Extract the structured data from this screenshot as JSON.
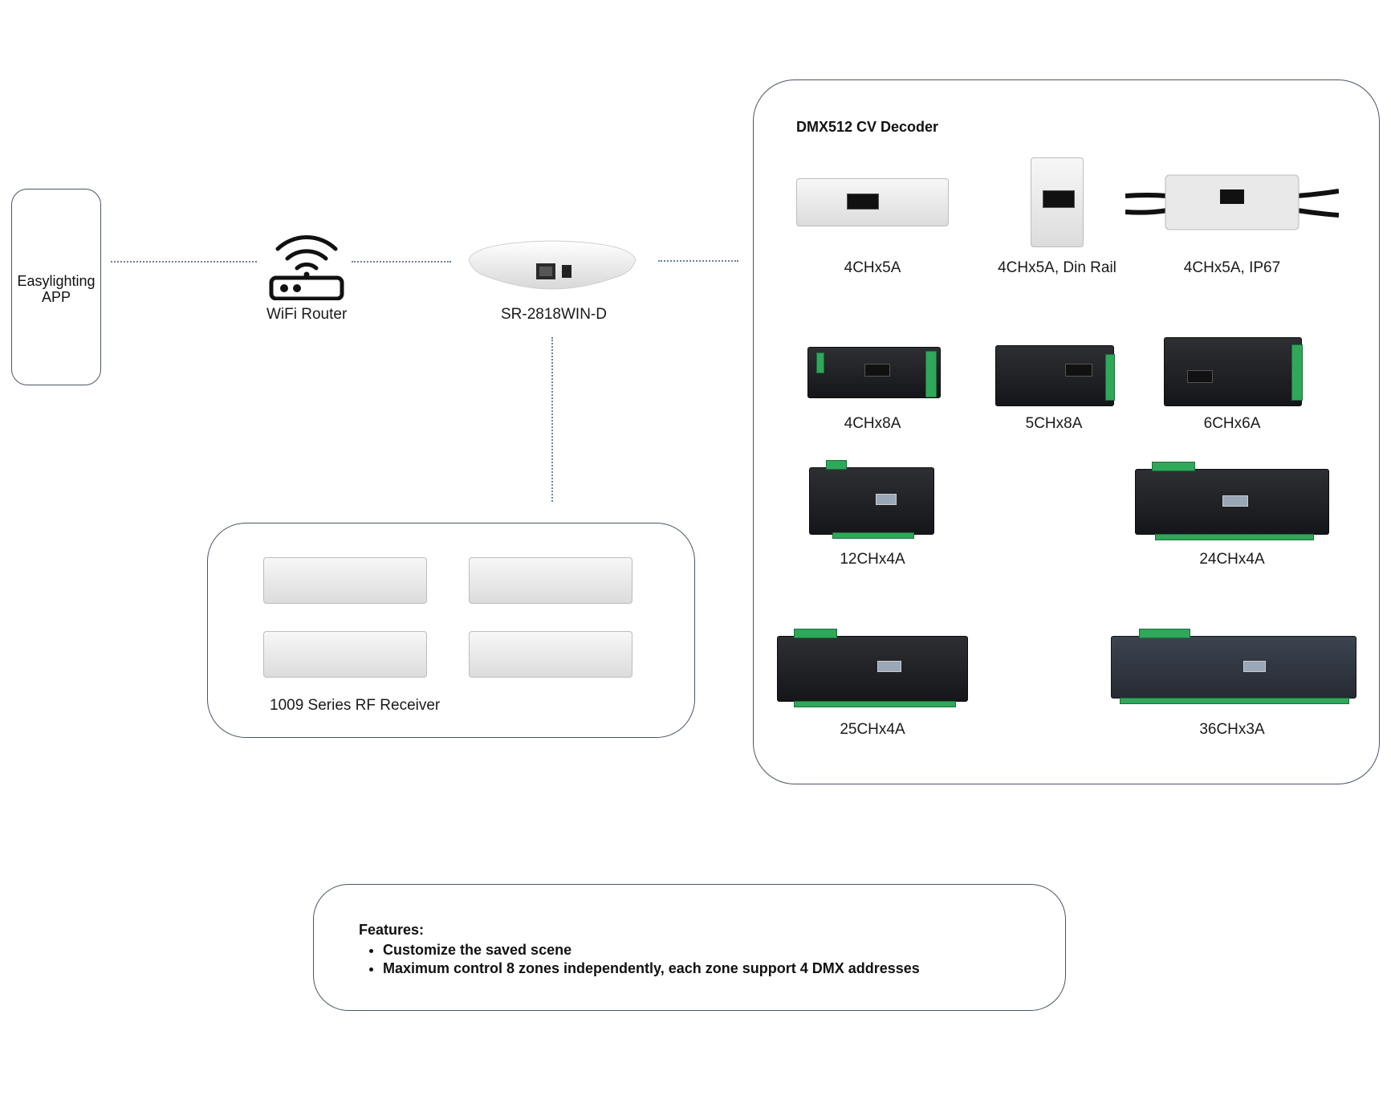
{
  "app_box": {
    "label": "Easylighting APP"
  },
  "router": {
    "label": "WiFi Router"
  },
  "gateway": {
    "label": "SR-2818WIN-D"
  },
  "rf_group": {
    "label": "1009 Series RF Receiver"
  },
  "dmx_group": {
    "title": "DMX512 CV Decoder",
    "devices": [
      {
        "label": "4CHx5A"
      },
      {
        "label": "4CHx5A, Din Rail"
      },
      {
        "label": "4CHx5A, IP67"
      },
      {
        "label": "4CHx8A"
      },
      {
        "label": "5CHx8A"
      },
      {
        "label": "6CHx6A"
      },
      {
        "label": "12CHx4A"
      },
      {
        "label": "24CHx4A"
      },
      {
        "label": "25CHx4A"
      },
      {
        "label": "36CHx3A"
      }
    ]
  },
  "features": {
    "title": "Features:",
    "items": [
      "Customize the saved scene",
      "Maximum control 8 zones independently, each zone support 4 DMX addresses"
    ]
  },
  "colors": {
    "border": "#4a5566",
    "connector": "#6a7f99",
    "terminal_green": "#2fa85a"
  }
}
